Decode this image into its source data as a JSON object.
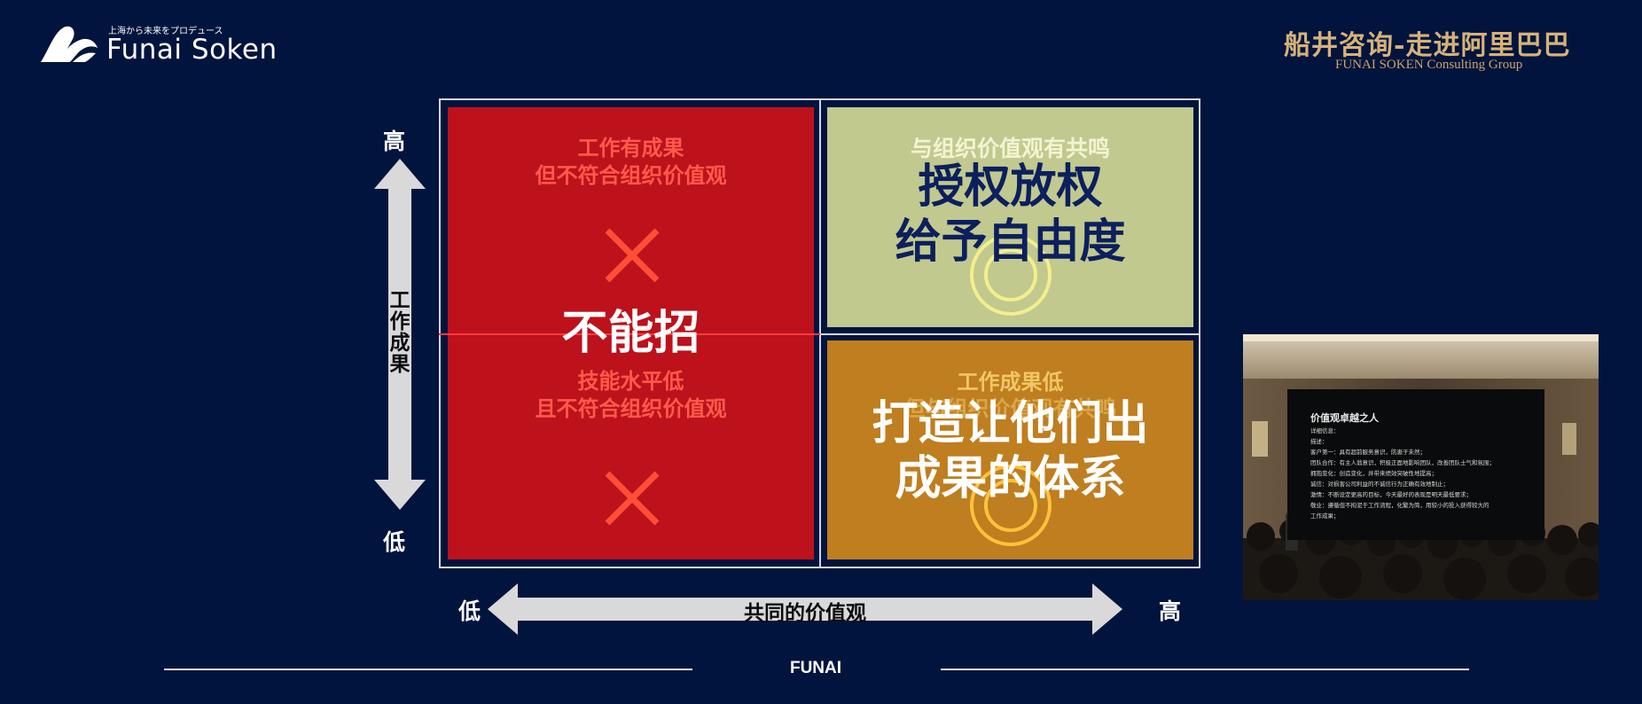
{
  "logo": {
    "tagline": "上海から未来をプロデュース",
    "name": "Funai Soken"
  },
  "brand": {
    "cn": "船井咨询-走进阿里巴巴",
    "en": "FUNAI SOKEN Consulting Group"
  },
  "axes": {
    "vertical": {
      "high": "高",
      "low": "低",
      "label_chars": [
        "工",
        "作",
        "成",
        "果"
      ]
    },
    "horizontal": {
      "low": "低",
      "high": "高",
      "label": "共同的价值观"
    }
  },
  "quadrants": {
    "red": {
      "top": [
        "工作有成果",
        "但不符合组织价值观"
      ],
      "bottom": [
        "技能水平低",
        "且不符合组织价值观"
      ],
      "main": "不能招",
      "color": "#bd111c"
    },
    "green": {
      "top": "与组织价值观有共鸣",
      "main": [
        "授权放权",
        "给予自由度"
      ],
      "color": "#c1c98f"
    },
    "orange": {
      "top": "工作成果低",
      "top_obscured": "但与组织价值观有共鸣",
      "main": [
        "打造让他们出",
        "成果的体系"
      ],
      "color": "#bf7e1f"
    }
  },
  "photo": {
    "slide_title": "价值观卓越之人",
    "slide_lines": [
      "详细信息：",
      "描述：",
      "客户第一：具有超前服务意识，防患于未然；",
      "团队合作：有主人翁意识，积极正面地影响团队，改善团队士气和氛围；",
      "拥抱变化：创造变化，并带来绩效突破性地提高；",
      "诚信：对损害公司利益的不诚信行为正确有效地制止；",
      "激情：不断设定更高的目标，今天最好的表现是明天最低要求；",
      "敬业：遵循但不拘泥于工作流程，化繁为简，用较小的投入获得较大的",
      "工作成果；"
    ]
  },
  "footer": {
    "text": "FUNAI"
  }
}
